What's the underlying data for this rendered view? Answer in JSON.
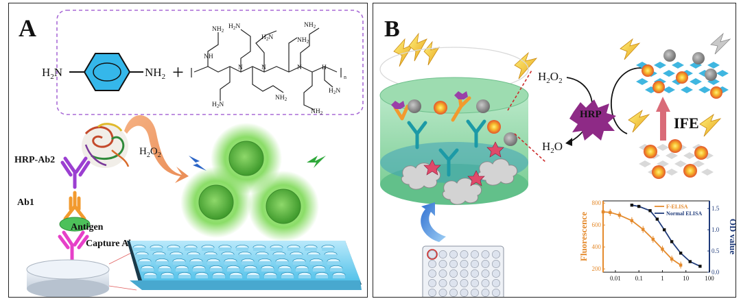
{
  "panel_a": {
    "letter": "A",
    "reagent_left_h": "H",
    "reagent_left_sub": "2",
    "reagent_left_n": "N",
    "reagent_right_nh": "NH",
    "reagent_right_sub": "2",
    "plus": "+",
    "pei_amine": "NH",
    "pei_amine_sub": "2",
    "pei_h2n": "H",
    "pei_h2n_sub": "2",
    "pei_h2n_n": "N",
    "pei_nh": "NH",
    "pei_n": "N",
    "pei_h": "H",
    "pei_index": "n",
    "h2o2_h": "H",
    "h2o2_sub1": "2",
    "h2o2_o": "O",
    "h2o2_sub2": "2",
    "hrp_ab2": "HRP-Ab2",
    "ab1": "Ab1",
    "antigen": "Antigen",
    "capture_ab": "Capture Ab"
  },
  "panel_b": {
    "letter": "B",
    "h2o2_h": "H",
    "h2o2_sub1": "2",
    "h2o2_o": "O",
    "h2o2_sub2": "2",
    "h2o_h": "H",
    "h2o_sub": "2",
    "h2o_o": "O",
    "hrp": "HRP",
    "ife": "IFE"
  },
  "colors": {
    "cyan": "#3fb6e0",
    "green_glow": "#7ed957",
    "orange_ab": "#f29a2e",
    "magenta_ab": "#e640c8",
    "purple_ab": "#9b3fd1",
    "teal_ab": "#1c9aa6",
    "hrp_purple": "#8e2a86",
    "ife_arrow": "#d96b78",
    "series_f_elisa": "#e48a2c",
    "series_normal": "#1f3b7a"
  },
  "chart_data": {
    "type": "line",
    "x_scale": "log",
    "xlim": [
      0.003,
      100
    ],
    "x_ticks": [
      "0.01",
      "0.1",
      "1",
      "10",
      "100"
    ],
    "ylabel": "Fluorescence",
    "ylim": [
      170,
      820
    ],
    "y_ticks": [
      "200",
      "400",
      "600",
      "800"
    ],
    "y2label": "OD value",
    "y2lim": [
      0,
      1.68
    ],
    "y2_ticks": [
      "0.0",
      "0.5",
      "1.0",
      "1.5"
    ],
    "legend_position": "top-right",
    "series": [
      {
        "name": "F-ELISA",
        "axis": "left",
        "x": [
          0.003,
          0.006,
          0.015,
          0.05,
          0.15,
          0.4,
          1,
          2.5,
          6
        ],
        "y": [
          720,
          715,
          690,
          640,
          560,
          470,
          380,
          290,
          235
        ]
      },
      {
        "name": "Normal ELISA",
        "axis": "right",
        "x": [
          0.05,
          0.1,
          0.3,
          0.6,
          1.2,
          2.5,
          6,
          15,
          40
        ],
        "y": [
          1.58,
          1.55,
          1.45,
          1.25,
          1.0,
          0.72,
          0.45,
          0.25,
          0.14
        ]
      }
    ]
  }
}
